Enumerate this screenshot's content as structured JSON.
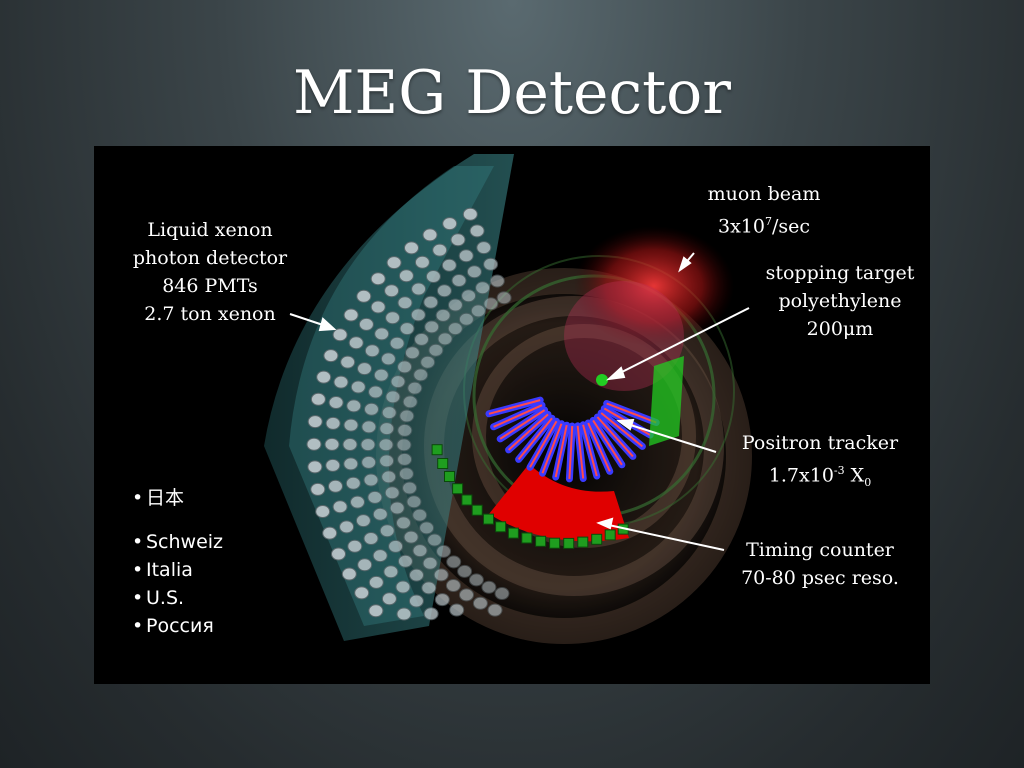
{
  "slide": {
    "title": "MEG Detector"
  },
  "labels": {
    "xenon": [
      "Liquid xenon",
      "photon detector",
      "846 PMTs",
      "2.7 ton xenon"
    ],
    "muon_beam": {
      "line1": "muon beam",
      "line2_base": "3x10",
      "line2_sup": "7",
      "line2_tail": "/sec"
    },
    "target": [
      "stopping target",
      "polyethylene",
      "200μm"
    ],
    "tracker": {
      "line1": "Positron tracker",
      "line2_base": "1.7x10",
      "line2_sup": "-3",
      "line2_mid": " X",
      "line2_sub": "0"
    },
    "timing": [
      "Timing counter",
      "70-80 psec reso."
    ]
  },
  "countries": [
    "日本",
    "Schweiz",
    "Italia",
    "U.S.",
    "Россия"
  ],
  "colors": {
    "tracker": "#3a3aff",
    "timing_counter": "#e00000",
    "timing_bars": "#1f9d1f",
    "target": "#22cc22",
    "xenon_shell": "#2a6f72",
    "pmt": "#b9c4c8"
  }
}
